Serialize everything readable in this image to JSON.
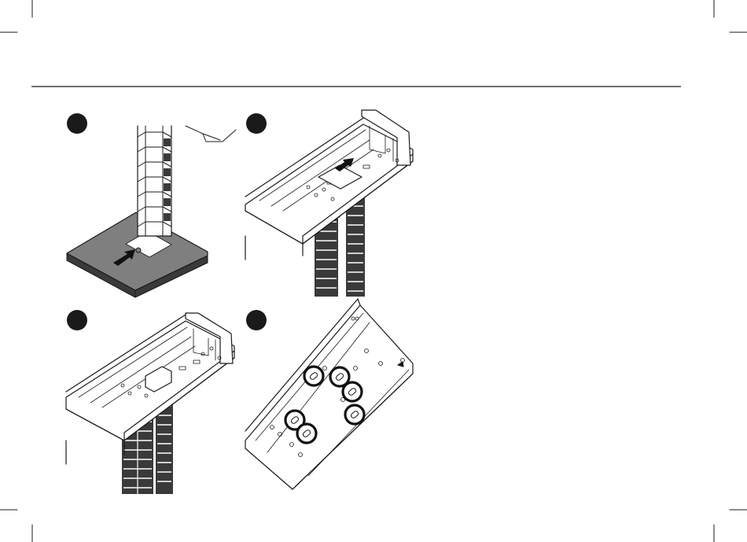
{
  "document": {
    "type": "assembly-instructions",
    "steps": [
      {
        "number": "",
        "badge_color": "#1a1a1a",
        "action": "slide-cable-chain-into-base-plate"
      },
      {
        "number": "",
        "badge_color": "#1a1a1a",
        "action": "push-chain-end-into-cable-tray"
      },
      {
        "number": "",
        "badge_color": "#1a1a1a",
        "action": "chain-attached-inside-tray"
      },
      {
        "number": "",
        "badge_color": "#1a1a1a",
        "action": "fasten-tray-at-circled-holes"
      }
    ],
    "colors": {
      "line": "#1a1a1a",
      "plate": "#7f7f7f",
      "chain": "#3a3a3a",
      "arrow": "#111111"
    }
  }
}
